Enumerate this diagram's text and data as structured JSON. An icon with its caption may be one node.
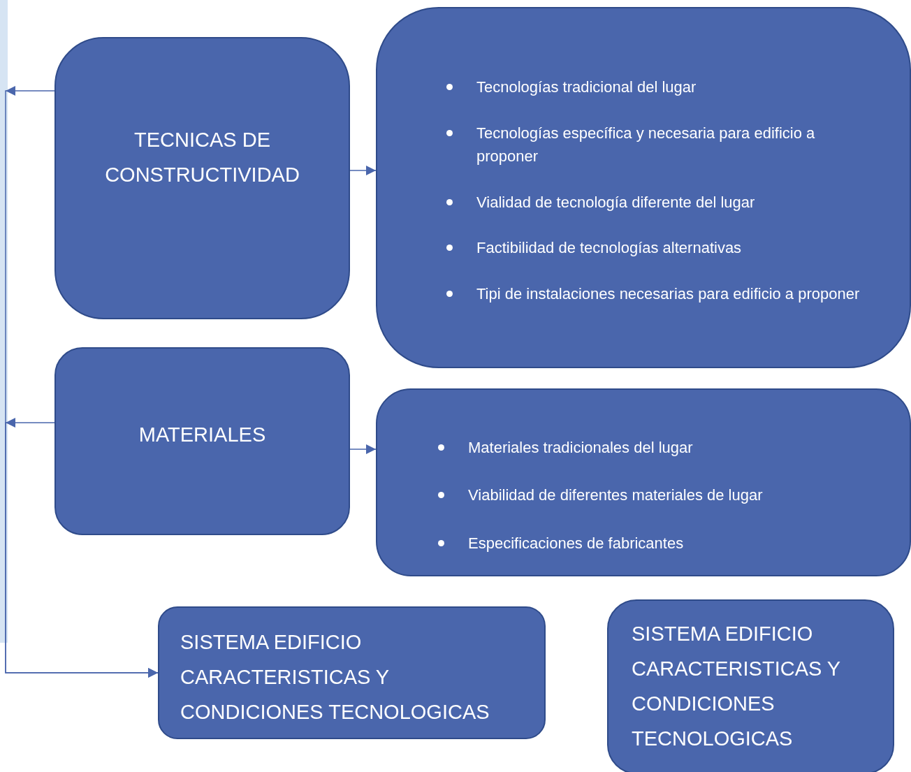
{
  "diagram": {
    "nodes": [
      {
        "text": [
          "TECNICAS DE CONSTRUCTIVIDAD"
        ]
      },
      {
        "text": [
          "Tecnologías tradicional del lugar",
          "Tecnologías específica y necesaria para edificio a proponer",
          "Vialidad de tecnología diferente del lugar",
          "Factibilidad de tecnologías alternativas",
          "Tipi de instalaciones necesarias para edificio a proponer"
        ]
      },
      {
        "text": [
          "MATERIALES"
        ]
      },
      {
        "text": [
          "Materiales tradicionales del lugar",
          "Viabilidad de diferentes materiales de lugar",
          "Especificaciones de fabricantes"
        ]
      },
      {
        "text": [
          "SISTEMA EDIFICIO CARACTERISTICAS Y CONDICIONES TECNOLOGICAS"
        ]
      },
      {
        "text": [
          "SISTEMA EDIFICIO CARACTERISTICAS Y CONDICIONES TECNOLOGICAS"
        ]
      }
    ],
    "edges": [
      {
        "from": 0,
        "to": 1,
        "arrow": "to"
      },
      {
        "from": 2,
        "to": 3,
        "arrow": "to"
      },
      {
        "from": 0,
        "to": 4,
        "arrow": "to"
      },
      {
        "from": 2,
        "to": 4,
        "arrow": "to"
      }
    ]
  }
}
